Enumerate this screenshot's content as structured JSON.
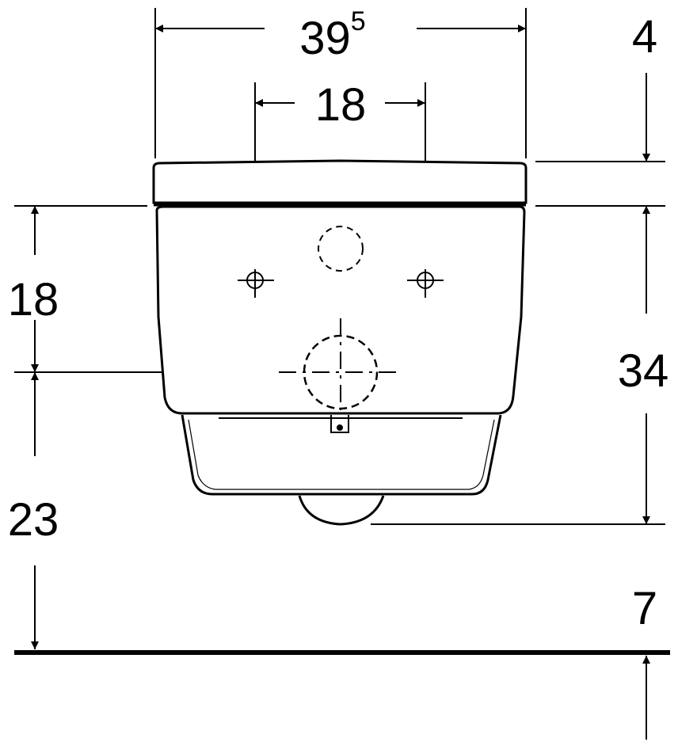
{
  "dimensions": {
    "overall_width": {
      "main": "39",
      "sup": "5"
    },
    "mount_spacing": "18",
    "seat_height": "4",
    "mount_height": "18",
    "body_height": "34",
    "outlet_height": "23",
    "floor_gap": "7"
  },
  "colors": {
    "stroke": "#000000",
    "background": "#ffffff"
  }
}
